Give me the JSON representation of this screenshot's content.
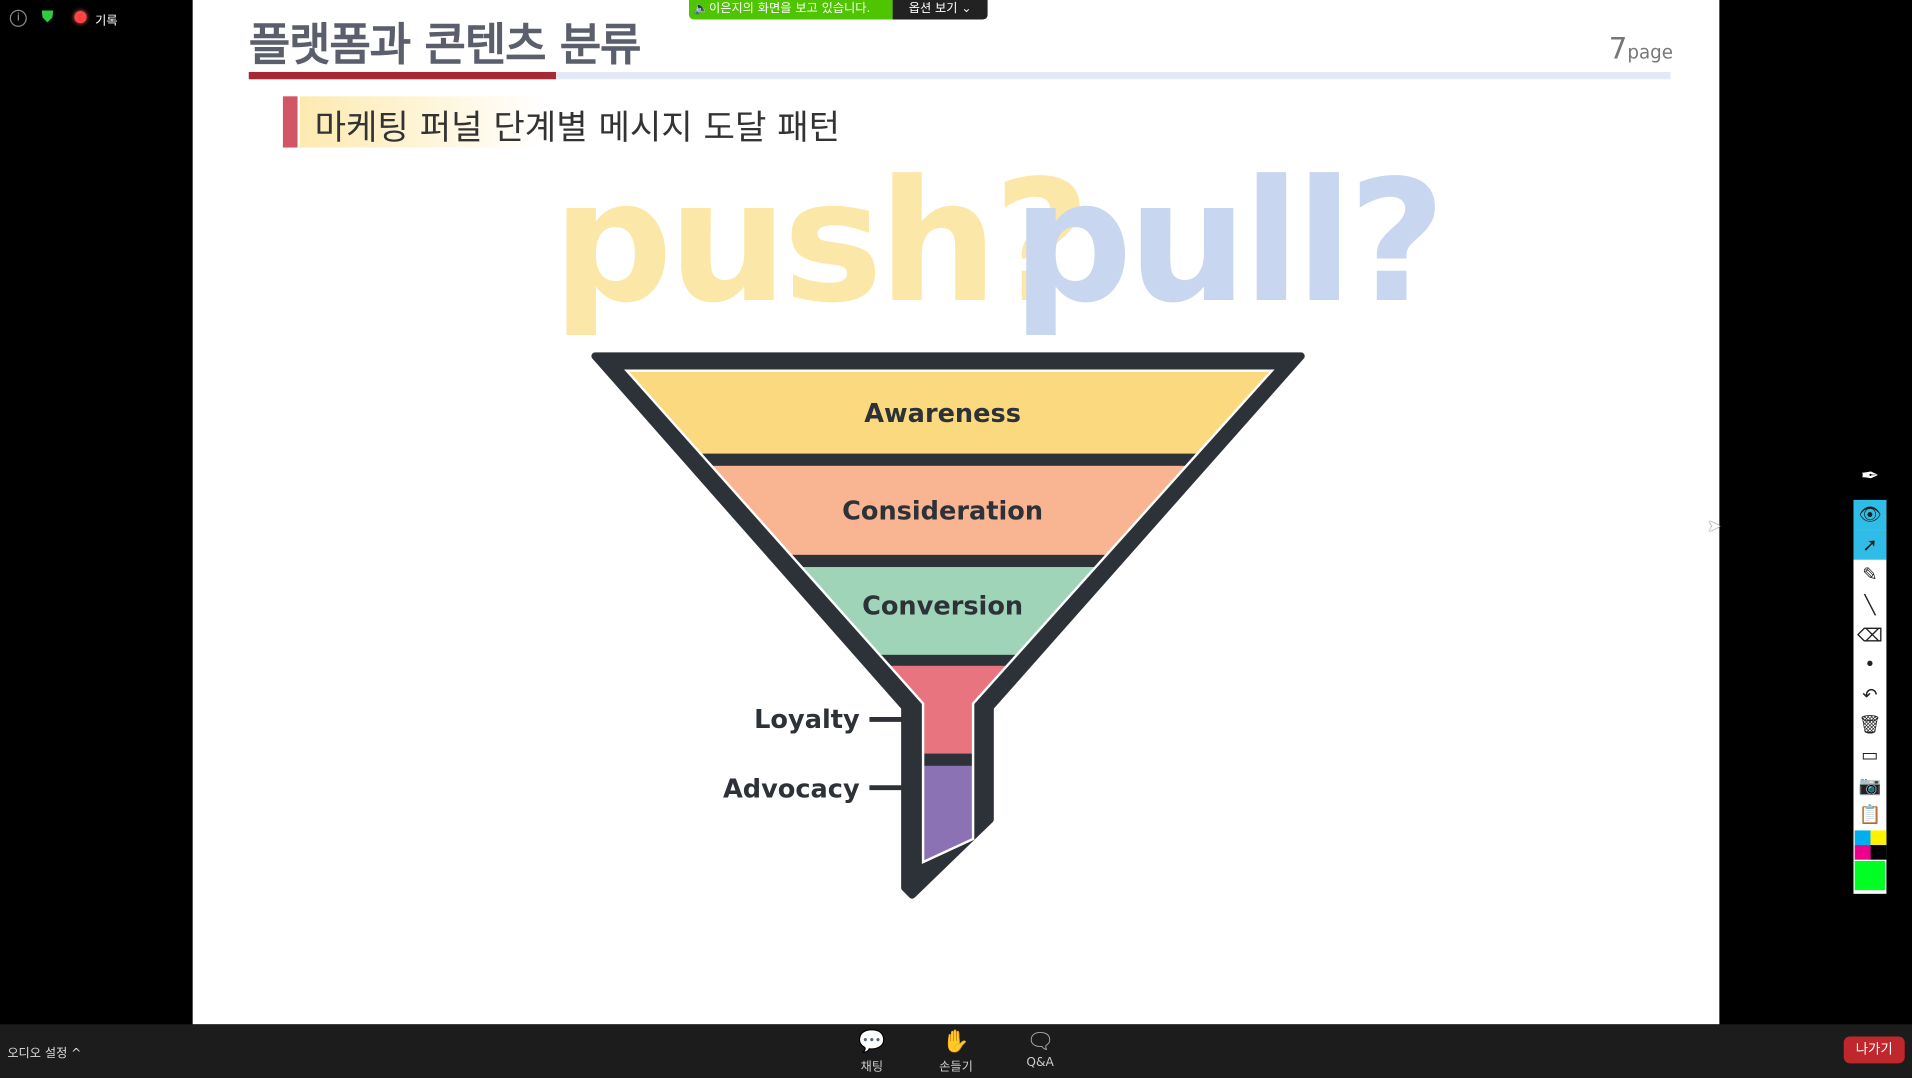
{
  "topbar": {
    "record_label": "기록"
  },
  "share_banner": {
    "text": "이은지의 화면을 보고 있습니다.",
    "options_label": "옵션 보기"
  },
  "slide": {
    "title": "플랫폼과 콘텐츠 분류",
    "page_number": "7",
    "page_suffix": "page",
    "subtitle": "마케팅 퍼널 단계별 메시지 도달 패턴",
    "headline_push": "push?",
    "headline_pull": "pull?",
    "funnel": {
      "stages": [
        "Awareness",
        "Consideration",
        "Conversion",
        "Loyalty",
        "Advocacy"
      ],
      "colors": {
        "awareness": "#fbd97f",
        "consideration": "#f9b592",
        "conversion": "#9fd4b8",
        "loyalty": "#e8747f",
        "advocacy": "#8a72b4",
        "frame": "#2d3238"
      }
    }
  },
  "bottombar": {
    "audio_settings": "오디오 설정",
    "chat": "채팅",
    "raise_hand": "손들기",
    "qa": "Q&A",
    "leave": "나가기"
  },
  "colors": {
    "leave": "#c0272d",
    "banner": "#4fc400",
    "title_bar": "#a52a36"
  }
}
